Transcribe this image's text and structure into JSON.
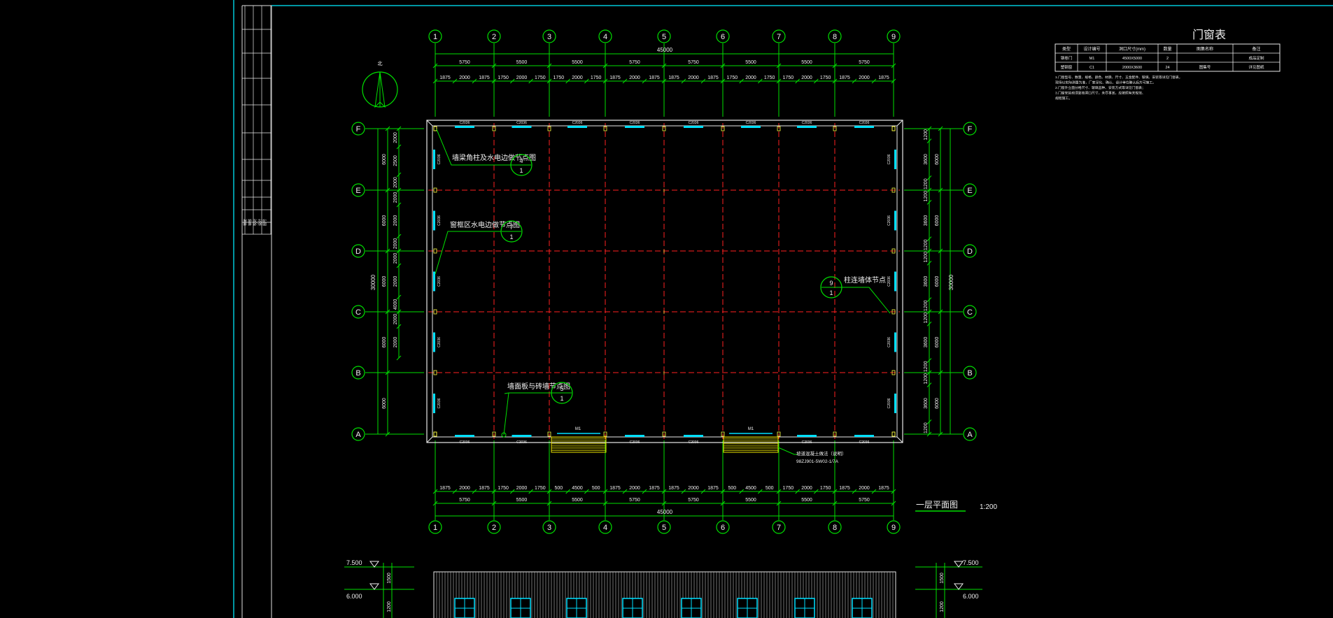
{
  "grid_x_labels": [
    "1",
    "2",
    "3",
    "4",
    "5",
    "6",
    "7",
    "8",
    "9"
  ],
  "grid_y_labels": [
    "F",
    "E",
    "D",
    "C",
    "B",
    "A"
  ],
  "overall_width": "45000",
  "overall_depth": "30000",
  "top_dims_tier1": [
    "5750",
    "5500",
    "5500",
    "5750",
    "5750",
    "5500",
    "5500",
    "5750"
  ],
  "top_dims_tier2": [
    "1875",
    "2000",
    "1875",
    "1750",
    "2000",
    "1750",
    "1750",
    "2000",
    "1750",
    "1875",
    "2000",
    "1875",
    "1875",
    "2000",
    "1875",
    "1750",
    "2000",
    "1750",
    "1750",
    "2000",
    "1750",
    "1875",
    "2000",
    "1875"
  ],
  "bottom_dims_tier2": [
    "1875",
    "2000",
    "1875",
    "1750",
    "2000",
    "1750",
    "500",
    "4500",
    "500",
    "1875",
    "2000",
    "1875",
    "1875",
    "2000",
    "1875",
    "500",
    "4500",
    "500",
    "1750",
    "2000",
    "1750",
    "1875",
    "2000",
    "1875"
  ],
  "bottom_dims_tier1": [
    "5750",
    "5500",
    "5500",
    "5750",
    "5750",
    "5500",
    "5500",
    "5750"
  ],
  "left_dims_outer": [
    "6000",
    "6000",
    "6000",
    "6000",
    "6000"
  ],
  "left_dims_inner": [
    "2000",
    "2500",
    "2000",
    "2000",
    "2000",
    "2000",
    "2000",
    "2000",
    "4000",
    "2000",
    "2000"
  ],
  "right_dims_outer": [
    "6000",
    "6000",
    "6000",
    "6000",
    "6000"
  ],
  "right_dims_inner": [
    "1200",
    "3600",
    "1200",
    "1200",
    "3600",
    "1200",
    "1200",
    "3600",
    "1200",
    "1200",
    "3600",
    "1200",
    "1200",
    "3600",
    "1200"
  ],
  "window_label": "C2036",
  "door_label": "M1",
  "callouts": {
    "c1_text": "墙梁角柱及水电边做节点图",
    "c1_num": "4",
    "c1_sheet": "1",
    "c2_text": "窗框区水电边做节点图",
    "c2_num": "7",
    "c2_sheet": "1",
    "c3_text": "柱连墙体节点",
    "c3_num": "9",
    "c3_sheet": "1",
    "c4_text": "墙面板与砖墙节点图",
    "c4_num": "5",
    "c4_sheet": "1"
  },
  "ramp_note_1": "坡道混凝土做法（说明）",
  "ramp_note_2": "98ZJ901-5W02-1/7A",
  "north_label": "北",
  "plan_title": "一层平面图",
  "plan_scale": "1:200",
  "schedule": {
    "title": "门窗表",
    "headers": [
      "类型",
      "设计编号",
      "洞口尺寸(mm)",
      "数量",
      "图集名称",
      "备注"
    ],
    "rows": [
      [
        "钢卷门",
        "M1",
        "4500X5000",
        "2",
        "",
        "成品定制"
      ],
      [
        "塑钢窗",
        "C1",
        "2000X3600",
        "24",
        "图集号",
        "详见图纸"
      ]
    ],
    "notes": [
      "1.门窗型号、数量、规格、颜色、材质、尺寸、五金配件、玻璃、安装等详见门窗表，",
      "  现场以实际测量为准，厂家深化、确认、设计单位确认后方可施工。",
      "2.门窗外立面分格尺寸、玻璃品种、安装方式等详见门窗表；",
      "3.门窗安装前须复核洞口尺寸，未尽事宜，应按照有关规范、",
      "  规程施工。"
    ]
  },
  "elev_left_1": "7.500",
  "elev_left_2": "6.000",
  "elev_right_1": "7.500",
  "elev_right_2": "6.000",
  "elev_dims": [
    "1500",
    "1200"
  ],
  "title_block_labels": [
    "审定",
    "审核",
    "校对",
    "设计",
    "图号"
  ],
  "colors": {
    "bg": "#000000",
    "frame": "#00c8d8",
    "grid_green": "#00e000",
    "axis_red": "#ff2020",
    "window_cyan": "#00e0ff",
    "wall_white": "#e8e8e8",
    "ramp_yellow": "#e8e000",
    "column_yellow": "#ffff40",
    "text_white": "#f0f0f0"
  }
}
